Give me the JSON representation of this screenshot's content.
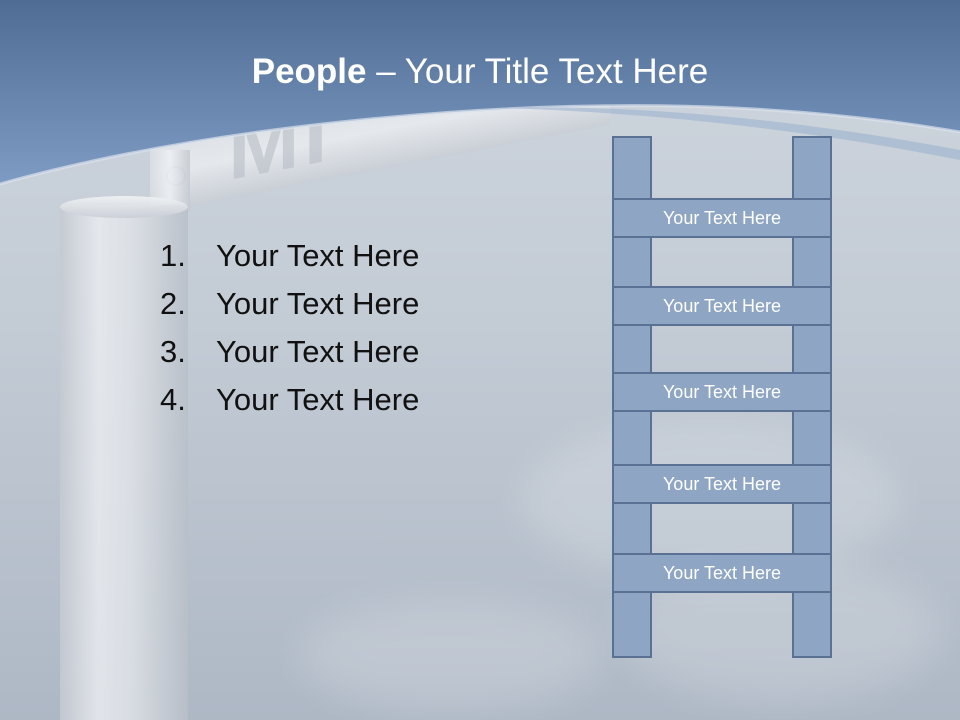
{
  "slide": {
    "title_bold": "People",
    "title_rest": " – Your Title Text Here",
    "list_items": [
      {
        "number": "1.",
        "text": "Your Text Here"
      },
      {
        "number": "2.",
        "text": "Your Text Here"
      },
      {
        "number": "3.",
        "text": "Your Text Here"
      },
      {
        "number": "4.",
        "text": "Your Text Here"
      }
    ],
    "ladder_rungs": [
      "Your Text Here",
      "Your Text Here",
      "Your Text Here",
      "Your Text Here",
      "Your Text Here"
    ]
  },
  "colors": {
    "header_blue": "#6d8cb5",
    "ladder_fill": "#8ea5c3",
    "ladder_border": "#5b7194",
    "title_text": "#ffffff",
    "body_text": "#111111"
  }
}
